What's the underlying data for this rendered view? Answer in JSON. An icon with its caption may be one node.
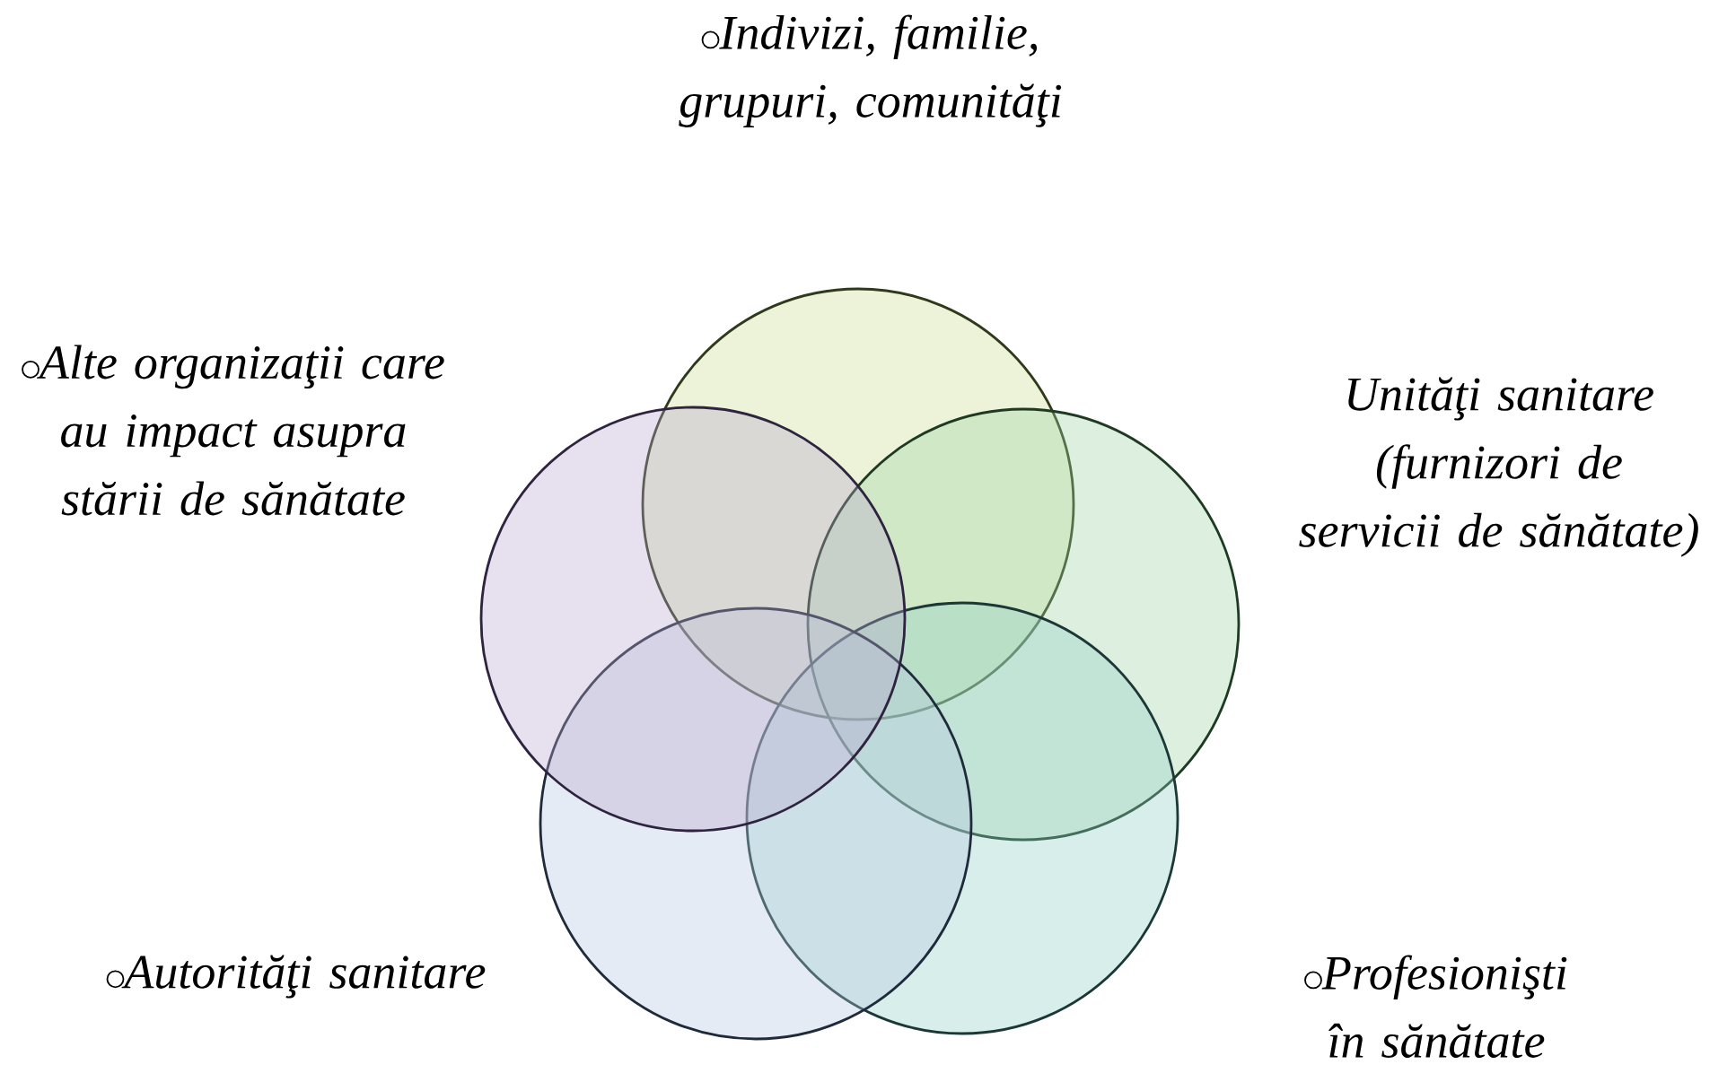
{
  "diagram": {
    "nodes": [
      {
        "text": [],
        "shape": "circle",
        "beside": [
          "Indivizi, familie, grupuri, comunităţi"
        ]
      },
      {
        "text": [],
        "shape": "circle",
        "beside": [
          "Unităţi sanitare (furnizori de servicii de sănătate)"
        ]
      },
      {
        "text": [],
        "shape": "circle",
        "beside": [
          "Profesionişti în sănătate"
        ]
      },
      {
        "text": [],
        "shape": "circle",
        "beside": [
          "Autorităţi sanitare"
        ]
      },
      {
        "text": [],
        "shape": "circle",
        "beside": [
          "Alte organizaţii care au impact asupra stării de sănătate"
        ]
      }
    ]
  }
}
